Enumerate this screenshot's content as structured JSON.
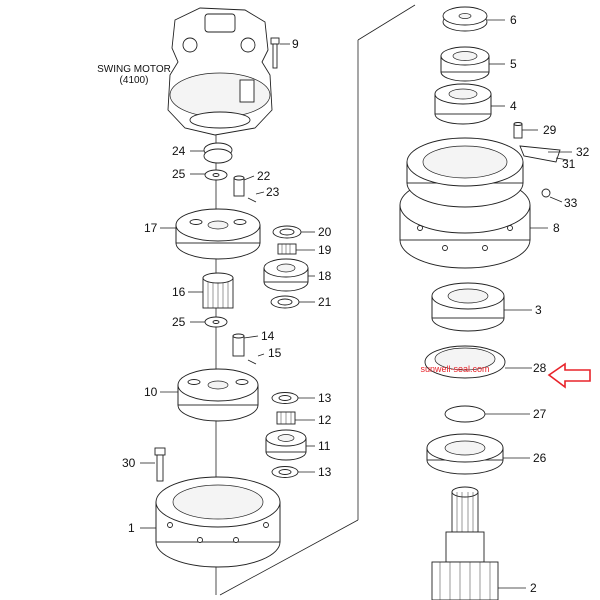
{
  "caption": {
    "line1": "SWING MOTOR",
    "line2": "(4100)"
  },
  "watermark": {
    "text": "sunwell-seal.com",
    "color": "#e8232a"
  },
  "arrow_color": "#e8232a",
  "parts": {
    "p1": "1",
    "p2": "2",
    "p3": "3",
    "p4": "4",
    "p5": "5",
    "p6": "6",
    "p8": "8",
    "p9": "9",
    "p10": "10",
    "p11": "11",
    "p12": "12",
    "p13a": "13",
    "p13b": "13",
    "p14": "14",
    "p15": "15",
    "p16": "16",
    "p17": "17",
    "p18": "18",
    "p19": "19",
    "p20": "20",
    "p21": "21",
    "p22": "22",
    "p23": "23",
    "p24": "24",
    "p25a": "25",
    "p25b": "25",
    "p26": "26",
    "p27": "27",
    "p28": "28",
    "p29": "29",
    "p30": "30",
    "p31": "31",
    "p32": "32",
    "p33": "33"
  }
}
